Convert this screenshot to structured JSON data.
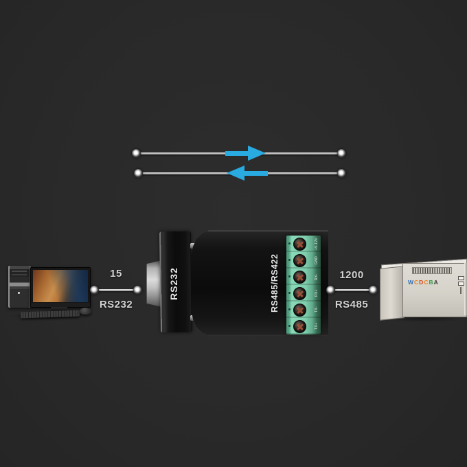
{
  "scene": {
    "background_color": "#2a2a2a",
    "wire_color": "#c0c0c0",
    "arrow_color": "#29aae1"
  },
  "flow": {
    "forward_icon": "arrow-right",
    "reverse_icon": "arrow-left"
  },
  "left_link": {
    "distance_label": "15",
    "protocol_label": "RS232"
  },
  "right_link": {
    "distance_label": "1200",
    "protocol_label": "RS485"
  },
  "adapter": {
    "front_port_label": "RS232",
    "rear_port_label": "RS485/RS422",
    "terminal_block_color": "#7fcfae",
    "terminal_labels": [
      "+5-12V",
      "GND",
      "RX-",
      "RX+",
      "TX-",
      "TX+"
    ]
  },
  "right_device": {
    "logo_letters": [
      {
        "ch": "W",
        "color": "#2e6db4"
      },
      {
        "ch": "C",
        "color": "#e8821e"
      },
      {
        "ch": "D",
        "color": "#d84315"
      },
      {
        "ch": "C",
        "color": "#e8821e"
      },
      {
        "ch": "B",
        "color": "#3e9a46"
      },
      {
        "ch": "A",
        "color": "#3a3a3a"
      }
    ]
  }
}
